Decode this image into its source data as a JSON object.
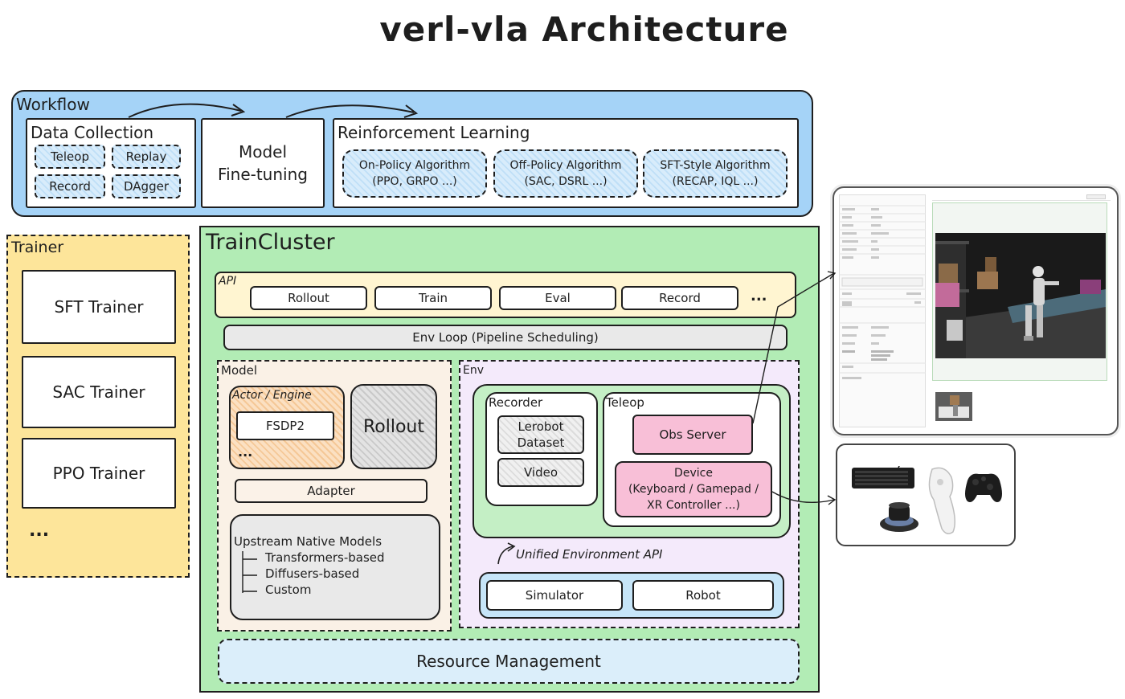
{
  "title": "verl-vla Architecture",
  "workflow": {
    "label": "Workflow",
    "data_collection": {
      "label": "Data Collection",
      "items": [
        "Teleop",
        "Replay",
        "Record",
        "DAgger"
      ]
    },
    "fine_tuning": {
      "line1": "Model",
      "line2": "Fine-tuning"
    },
    "rl": {
      "label": "Reinforcement Learning",
      "algorithms": [
        {
          "line1": "On-Policy Algorithm",
          "line2": "(PPO, GRPO ...)"
        },
        {
          "line1": "Off-Policy Algorithm",
          "line2": "(SAC, DSRL ...)"
        },
        {
          "line1": "SFT-Style Algorithm",
          "line2": "(RECAP, IQL ...)"
        }
      ]
    }
  },
  "trainer": {
    "label": "Trainer",
    "items": [
      "SFT Trainer",
      "SAC Trainer",
      "PPO Trainer"
    ],
    "more": "..."
  },
  "traincluster": {
    "label": "TrainCluster",
    "api": {
      "label": "API",
      "items": [
        "Rollout",
        "Train",
        "Eval",
        "Record"
      ],
      "more": "..."
    },
    "env_loop": "Env Loop (Pipeline Scheduling)",
    "model": {
      "label": "Model",
      "actor_engine": {
        "label": "Actor / Engine",
        "fsdp": "FSDP2",
        "more": "..."
      },
      "rollout": "Rollout",
      "adapter": "Adapter",
      "upstream": {
        "label": "Upstream Native Models",
        "items": [
          "Transformers-based",
          "Diffusers-based",
          "Custom"
        ]
      }
    },
    "env": {
      "label": "Env",
      "recorder": {
        "label": "Recorder",
        "dataset_line1": "Lerobot",
        "dataset_line2": "Dataset",
        "video": "Video"
      },
      "teleop": {
        "label": "Teleop",
        "obs_server": "Obs Server",
        "device": {
          "line1": "Device",
          "line2": "(Keyboard / Gamepad /",
          "line3": "XR Controller ...)"
        }
      },
      "unified_api": "Unified Environment API",
      "backends": [
        "Simulator",
        "Robot"
      ]
    },
    "resource": "Resource Management"
  },
  "colors": {
    "workflow_bg": "#a5d3f7",
    "trainer_bg": "#fde59a",
    "cluster_bg": "#b2ecb5",
    "api_bg": "#fff5d1",
    "model_bg": "#faf1e6",
    "env_bg": "#f4eafb",
    "pink": "#f8bfd7",
    "resource_bg": "#dbeefa"
  }
}
